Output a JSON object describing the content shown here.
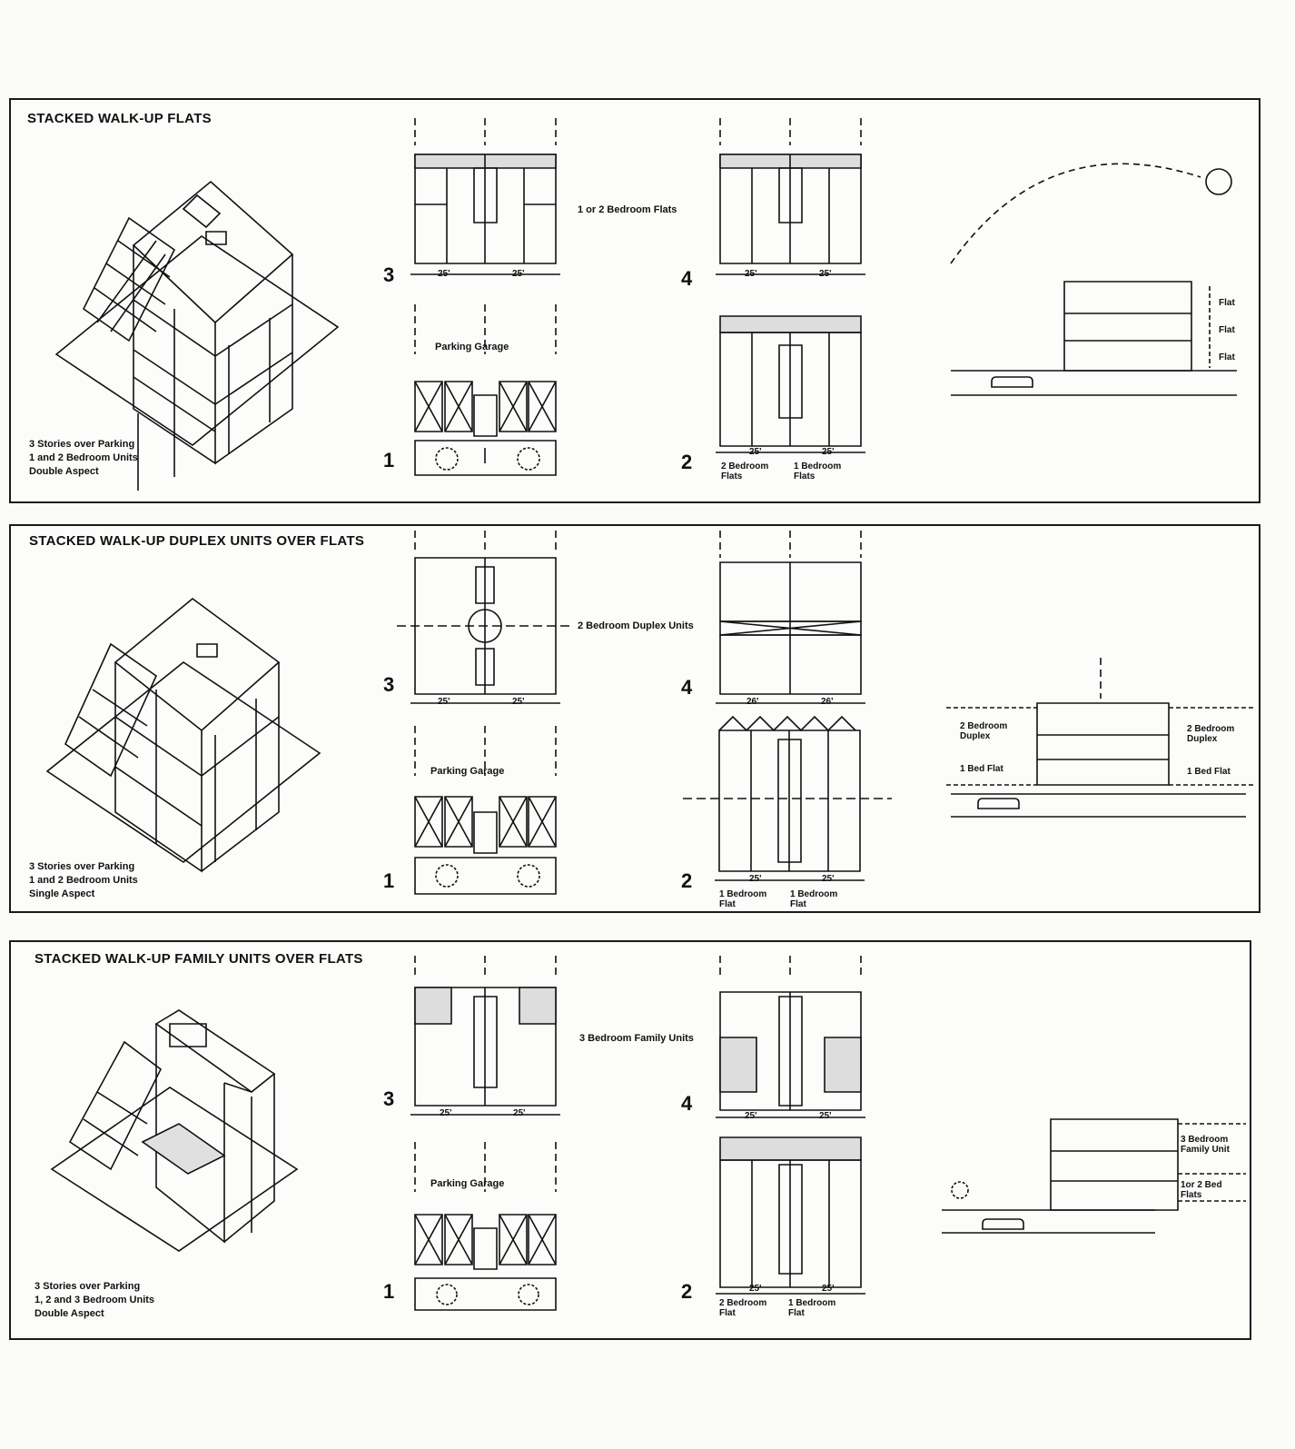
{
  "panels": [
    {
      "title": "STACKED WALK-UP FLATS",
      "caption": "3 Stories over Parking\n1 and 2  Bedroom Units\nDouble Aspect",
      "plan_note": "1 or 2  Bedroom Flats",
      "plan_numbers": [
        "3",
        "1",
        "4",
        "2"
      ],
      "parking_label": "Parking  Garage",
      "dims": [
        "25'",
        "25'",
        "25'",
        "25'",
        "25'",
        "25'"
      ],
      "unit_labels": [
        "2 Bedroom\nFlats",
        "1 Bedroom\nFlats"
      ],
      "section_labels": [
        "Flat",
        "Flat",
        "Flat"
      ]
    },
    {
      "title": "STACKED WALK-UP DUPLEX UNITS OVER FLATS",
      "caption": "3 Stories over Parking\n1 and 2  Bedroom Units\nSingle Aspect",
      "plan_note": "2 Bedroom Duplex Units",
      "plan_numbers": [
        "3",
        "1",
        "4",
        "2"
      ],
      "parking_label": "Parking  Garage",
      "dims": [
        "25'",
        "25'",
        "26'",
        "26'",
        "25'",
        "25'"
      ],
      "unit_labels": [
        "1 Bedroom\nFlat",
        "1 Bedroom\nFlat"
      ],
      "section_labels": [
        "2 Bedroom\nDuplex",
        "1 Bed Flat",
        "2 Bedroom\nDuplex",
        "1 Bed Flat"
      ]
    },
    {
      "title": "STACKED WALK-UP FAMILY UNITS OVER FLATS",
      "caption": "3 Stories over Parking\n1, 2 and 3  Bedroom Units\nDouble  Aspect",
      "plan_note": "3 Bedroom Family Units",
      "plan_numbers": [
        "3",
        "1",
        "4",
        "2"
      ],
      "parking_label": "Parking  Garage",
      "dims": [
        "25'",
        "25'",
        "25'",
        "25'",
        "25'",
        "25'"
      ],
      "unit_labels": [
        "2 Bedroom\nFlat",
        "1 Bedroom\nFlat"
      ],
      "section_labels": [
        "3 Bedroom\nFamily Unit",
        "1or 2 Bed\nFlats"
      ]
    }
  ]
}
